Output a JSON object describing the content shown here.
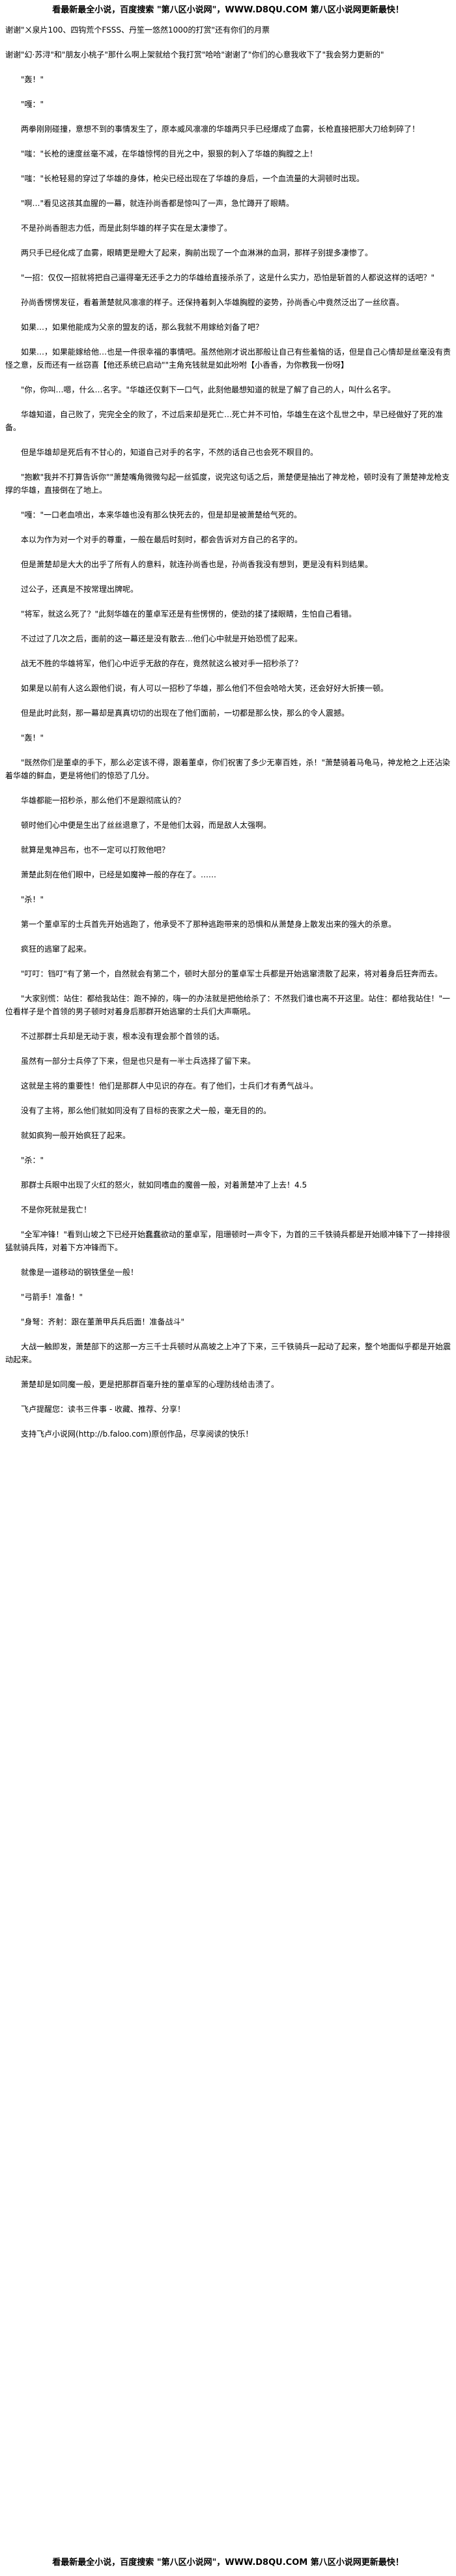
{
  "banner_top": "看最新最全小说，百度搜索 \"第八区小说网\"，WWW.D8QU.COM 第八区小说网更新最快！",
  "banner_bottom": "看最新最全小说，百度搜索 \"第八区小说网\"，WWW.D8QU.COM 第八区小说网更新最快！",
  "paragraphs": [
    "谢谢\"ㄨ泉片100、四钩荒个FSSS、丹笙一悠然1000的打赏\"还有你们的月票",
    "谢谢\"幻·苏浔\"和\"朋友小桃子\"那什么啊上架就给个我打赏\"哈哈\"谢谢了\"你们的心意我收下了\"我会努力更新的\"",
    "\"轰！\"",
    "\"嘎：\"",
    "两拳刚刚碰撞，意想不到的事情发生了，原本威风凛凛的华雄两只手已经爆成了血雾，长枪直接把那大刀给刺碎了！",
    "\"嗤：\"长枪的速度丝毫不减，在华雄惊愕的目光之中，狠狠的刺入了华雄的胸膛之上！",
    "\"嗤：\"长枪轻易的穿过了华雄的身体，枪尖已经出现在了华雄的身后，一个血流量的大洞顿时出现。",
    "\"啊…\"看见这孩其血腥的一幕，就连孙尚香都是惊叫了一声，急忙蹲开了眼睛。",
    "不是孙尚香胆志力低，而是此刻华雄的样子实在是太凄惨了。",
    "两只手已经化成了血雾，眼睛更是瞪大了起来，胸前出现了一个血淋淋的血洞，那样子别提多凄惨了。",
    "\"一招：仅仅一招就将把自己逼得毫无还手之力的华雄给直接杀杀了，这是什么实力，恐怕是斩首的人都说这样的话吧？\"",
    "孙尚香愣愣发征，看着萧楚就风凛凛的样子。还保持着刺入华雄胸膛的姿势，孙尚香心中竟然泛出了一丝欣喜。",
    "如果…，如果他能成为父亲的盟友的话，那么我就不用嫁给刘备了吧？",
    "如果…，如果能嫁给他…也是一件很幸福的事情吧。虽然他刚才说出那般让自己有些羞恼的话，但是自己心情却是丝毫没有责怪之意，反而还有一丝窃喜【他还系统已启动\"\"主角充钱就是如此吩咐【小香香，为你教我一份呀】",
    "\"你，你叫…嗯，什么…名字。\"华雄还仅剩下一口气，此刻他最想知道的就是了解了自己的人，叫什么名字。",
    "华雄知道，自己败了，完完全全的败了，不过后来却是死亡…死亡并不可怕，华雄生在这个乱世之中，早已经做好了死的准备。",
    "但是华雄却是死后有不甘心的，知道自己对手的名字，不然的话自己也会死不瞑目的。",
    "\"抱歉\"我并不打算告诉你\"\"萧楚嘴角微微勾起一丝弧度，说完这句话之后，萧楚便是抽出了神龙枪，顿时没有了萧楚神龙枪支撑的华雄，直接倒在了地上。",
    "\"嘎：\"一口老血喷出，本来华雄也没有那么快死去的，但是却是被萧楚给气死的。",
    "本以为作为对一个对手的尊重，一般在最后时刻时，都会告诉对方自己的名字的。",
    "但是萧楚却是大大的出乎了所有人的意料，就连孙尚香也是，孙尚香我没有想到，更是没有料到结果。",
    "过公子，还真是不按常理出牌呢。",
    "\"将军，就这么死了？\"此刻华雄在的董卓军还是有些愣愣的，使劲的揉了揉眼睛，生怕自己看错。",
    "不过过了几次之后，面前的这一幕还是没有散去…他们心中就是开始恐慌了起来。",
    "战无不胜的华雄将军，他们心中近乎无敌的存在，竟然就这么被对手一招秒杀了？",
    "如果是以前有人这么跟他们说，有人可以一招秒了华雄，那么他们不但会哈哈大笑，还会好好大折揍一顿。",
    "但是此时此刻，那一幕却是真真切切的出现在了他们面前，一切都是那么快，那么的令人震撼。",
    "\"轰！\"",
    "\"既然你们是董卓的手下，那么必定该不得，跟着董卓，你们祝害了多少无辜百姓，杀！\"萧楚骑着马龟马，神龙枪之上还沾染着华雄的鲜血，更是将他们的惊恐了几分。",
    "华雄都能一招秒杀，那么他们不是跟彻底认的？",
    "顿时他们心中便是生出了丝丝退意了，不是他们太弱，而是敌人太强啊。",
    "就算是鬼神吕布，也不一定可以打败他吧？",
    "萧楚此刻在他们眼中，已经是如魔神一般的存在了。……",
    "\"杀！\"",
    "第一个董卓军的士兵首先开始逃跑了，他承受不了那种逃跑带来的恐惧和从萧楚身上散发出来的强大的杀意。",
    "疯狂的逃窜了起来。",
    "\"叮叮：铛叮\"有了第一个，自然就会有第二个，顿时大部分的董卓军士兵都是开始逃窜溃散了起来，将对着身后狂奔而去。",
    "\"大家别慌：站住：都给我站住：跑不掉的，嗨一的办法就是把他给杀了：不然我们谁也离不开这里。站住：都给我站住！\"一位看样子是个首领的男子顿时对着身后那群开始逃窜的士兵们大声嘶吼。",
    "不过那群士兵却是无动于衷，根本没有理会那个首领的话。",
    "虽然有一部分士兵停了下来，但是也只是有一半士兵选择了留下来。",
    "这就是主将的重要性！他们是那群人中见识的存在。有了他们，士兵们才有勇气战斗。",
    "没有了主将，那么他们就如同没有了目标的丧家之犬一般，毫无目的的。",
    "就如疯狗一般开始疯狂了起来。",
    "\"杀：\"",
    "那群士兵眼中出现了火红的怒火，就如同嗜血的魔兽一般，对着萧楚冲了上去！4.5",
    "不是你死就是我亡！",
    "\"全军冲锋！\"看到山坡之下已经开始蠢蠢欲动的董卓军，阻珊顿时一声令下，为首的三千铁骑兵都是开始顺冲锋下了一排排很猛就骑兵阵，对着下方冲锋而下。",
    "就像是一道移动的钢铁堡垒一般！",
    "\"弓箭手！准备！\"",
    "\"身弩：齐射：跟在董萧甲兵兵后面！准备战斗\"",
    "大战一触即发，萧楚部下的这那一方三千士兵顿时从高坡之上冲了下来，三千铁骑兵一起动了起来，整个地面似乎都是开始震动起来。",
    "萧楚却是如同魔一般，更是把那群百毫升挫的董卓军的心理防线给击溃了。",
    "飞卢提醒您：读书三件事 - 收藏、推荐、分享！",
    "支持飞卢小说网(http://b.faloo.com)原创作品，尽享阅读的快乐！"
  ]
}
